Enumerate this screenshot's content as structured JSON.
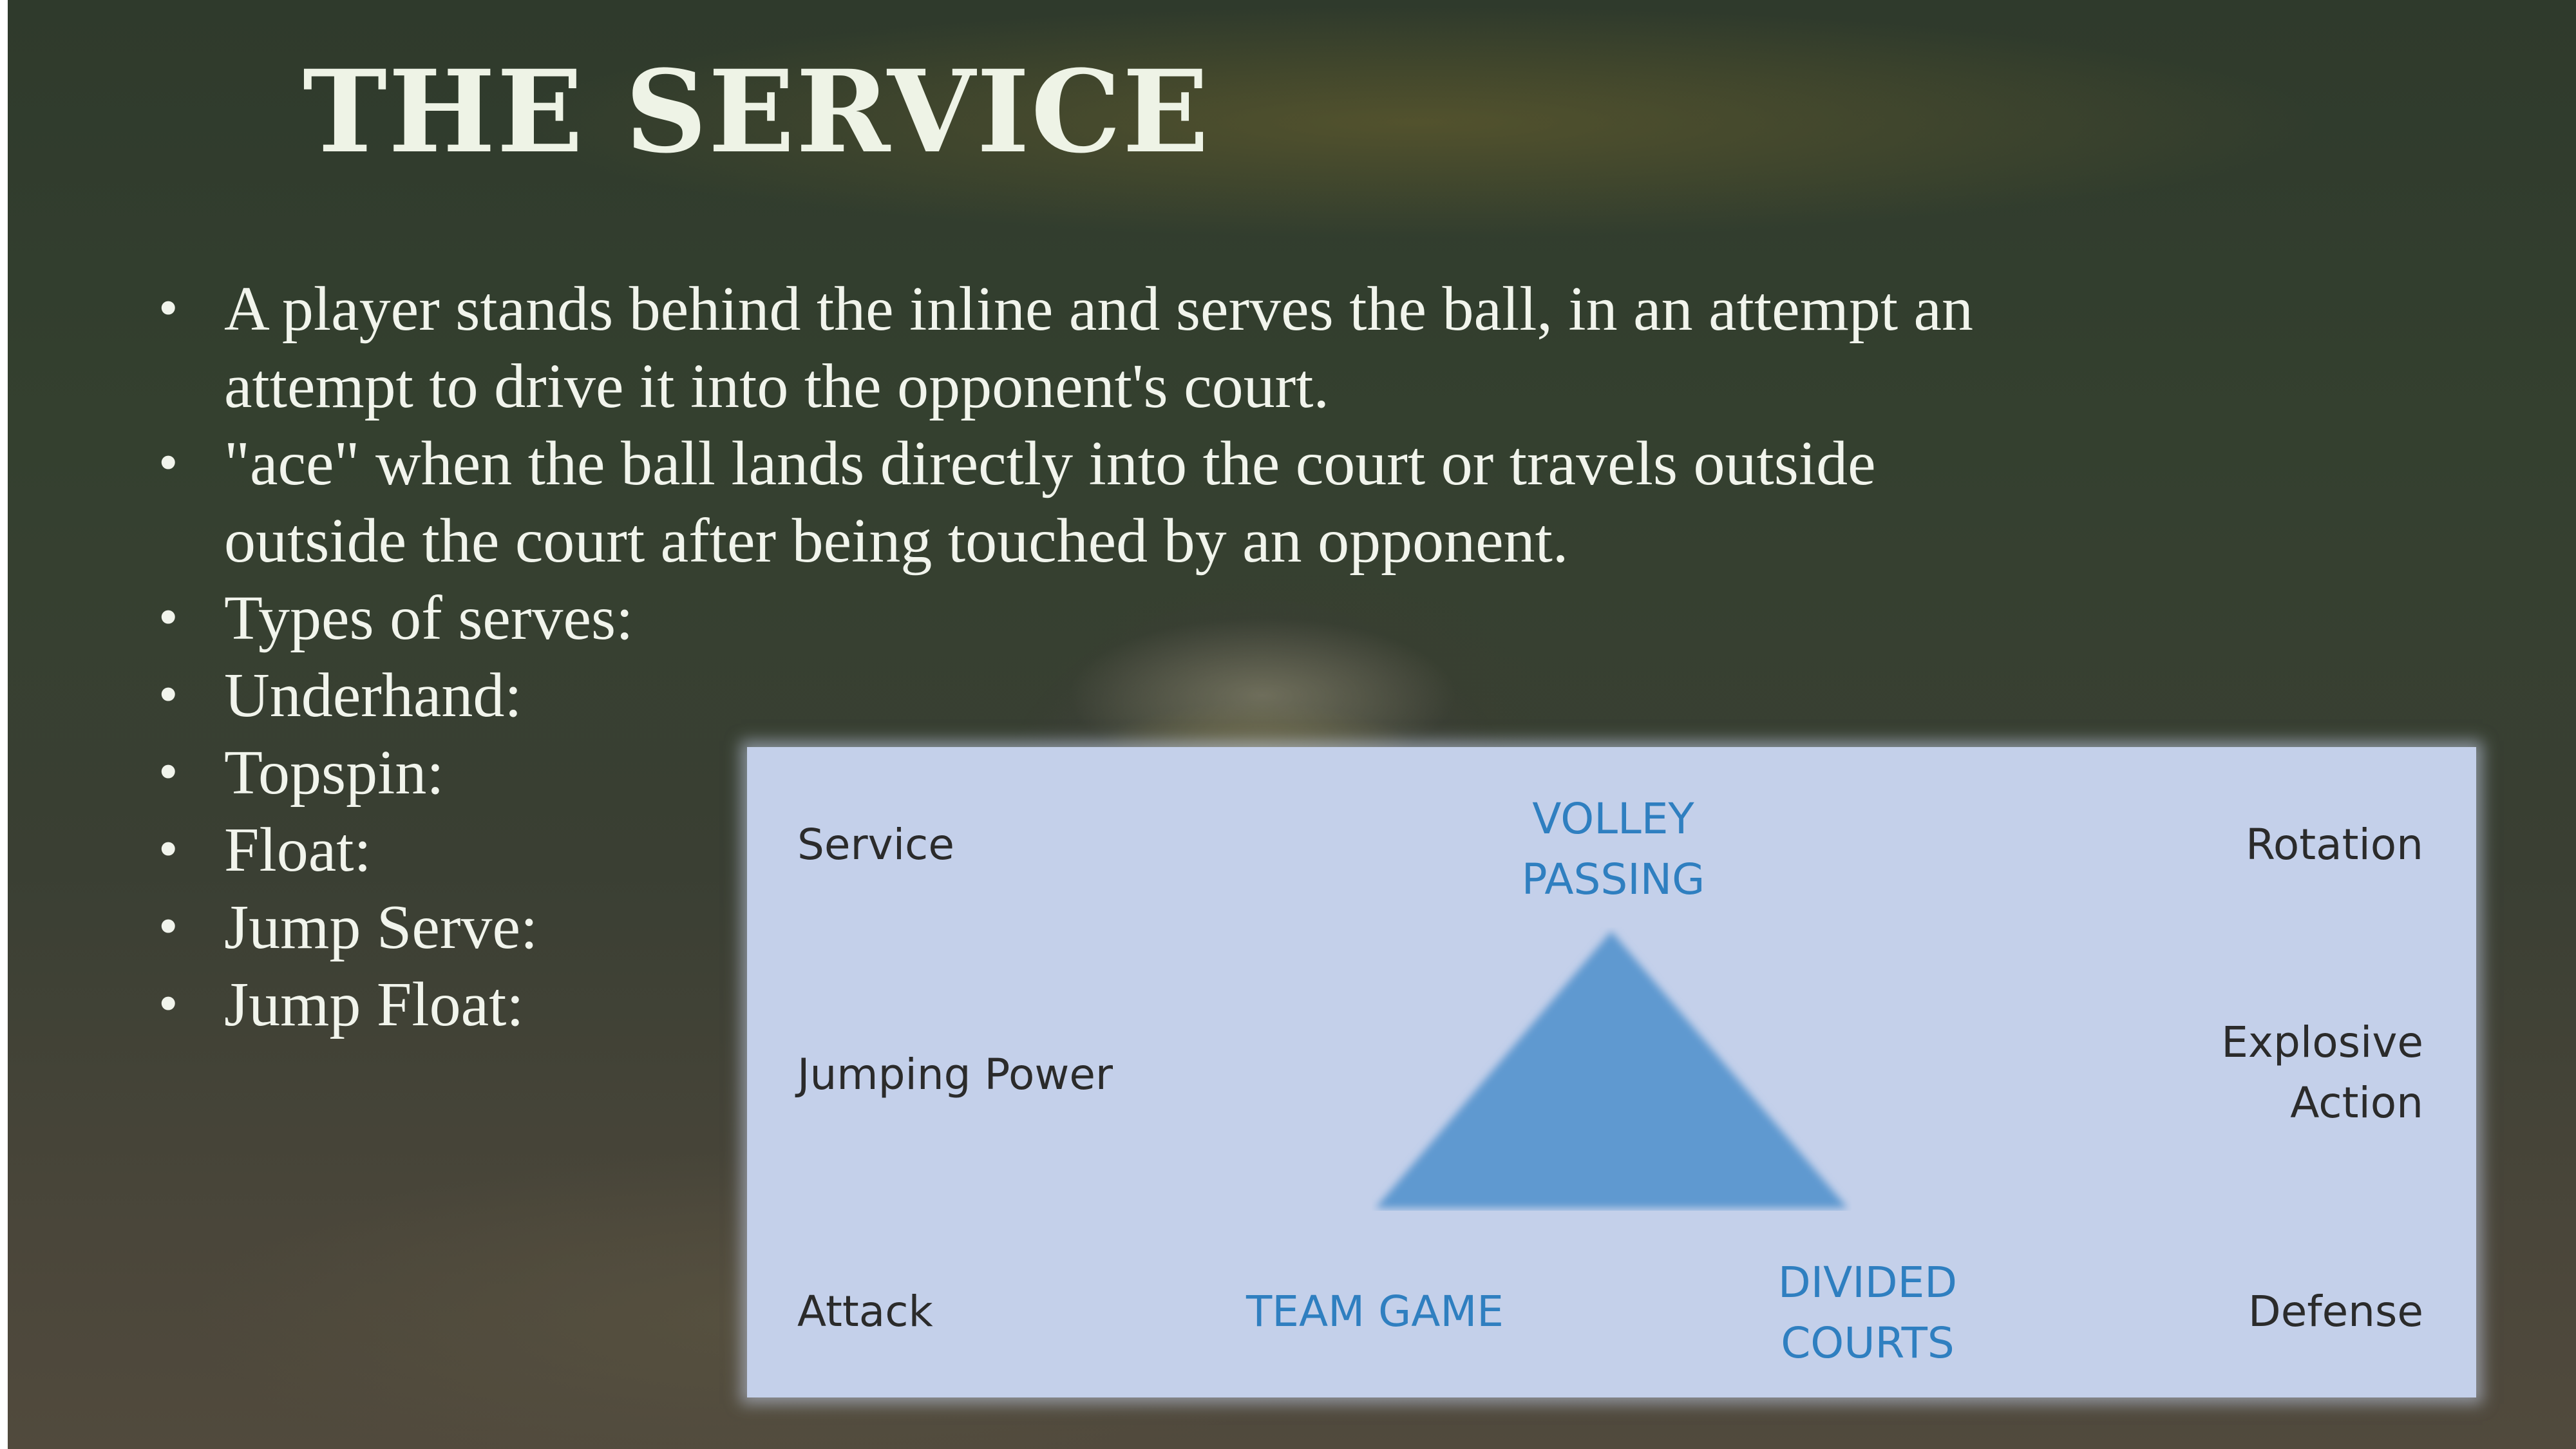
{
  "slide": {
    "title": "THE SERVICE",
    "bullets": [
      "A player stands behind the inline and serves the ball, in an attempt an attempt to drive it into the opponent's court.",
      "\"ace\" when the ball lands directly into the court or travels outside outside the court after being touched by an opponent.",
      "Types of serves:",
      "Underhand:",
      "Topspin:",
      "Float:",
      "Jump Serve:",
      "Jump Float:"
    ]
  },
  "diagram": {
    "top_left": "Service",
    "top_right": "Rotation",
    "top_center_line1": "VOLLEY",
    "top_center_line2": "PASSING",
    "middle_left": "Jumping Power",
    "middle_right_line1": "Explosive",
    "middle_right_line2": "Action",
    "bottom_left": "Attack",
    "bottom_center_left": "TEAM GAME",
    "bottom_center_right_line1": "DIVIDED",
    "bottom_center_right_line2": "COURTS",
    "bottom_right": "Defense",
    "colors": {
      "panel": "#c4d0ea",
      "triangle": "#5e99d0",
      "accent_text": "#2f7fc0"
    }
  }
}
